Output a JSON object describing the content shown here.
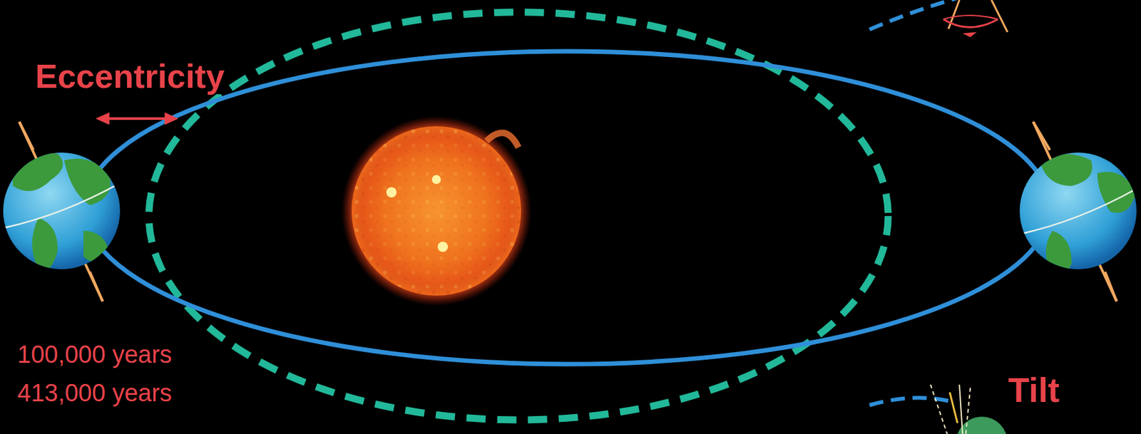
{
  "diagram": {
    "labels": [
      "Eccentricity",
      "100,000 years",
      "413,000 years",
      "Tilt"
    ]
  }
}
